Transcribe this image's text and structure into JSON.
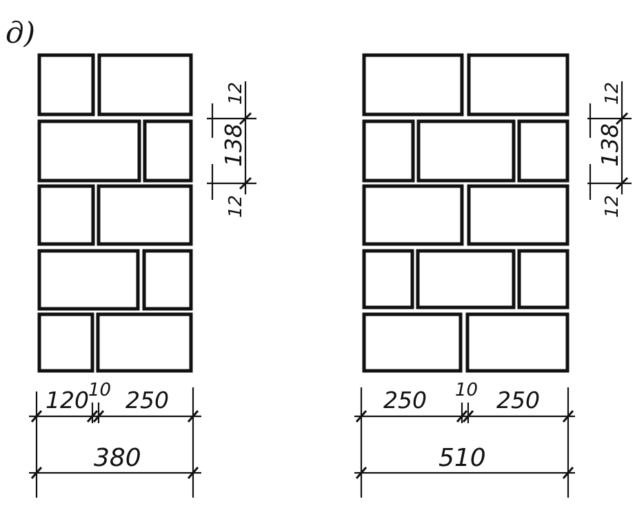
{
  "figure_label": "д)",
  "left_wall": {
    "dims_bottom": [
      "120",
      "10",
      "250"
    ],
    "dim_total": "380",
    "dims_side": [
      "12",
      "138",
      "12"
    ]
  },
  "right_wall": {
    "dims_bottom": [
      "250",
      "10",
      "250"
    ],
    "dim_total": "510",
    "dims_side": [
      "12",
      "138",
      "12"
    ]
  },
  "ink_color": "#111111"
}
